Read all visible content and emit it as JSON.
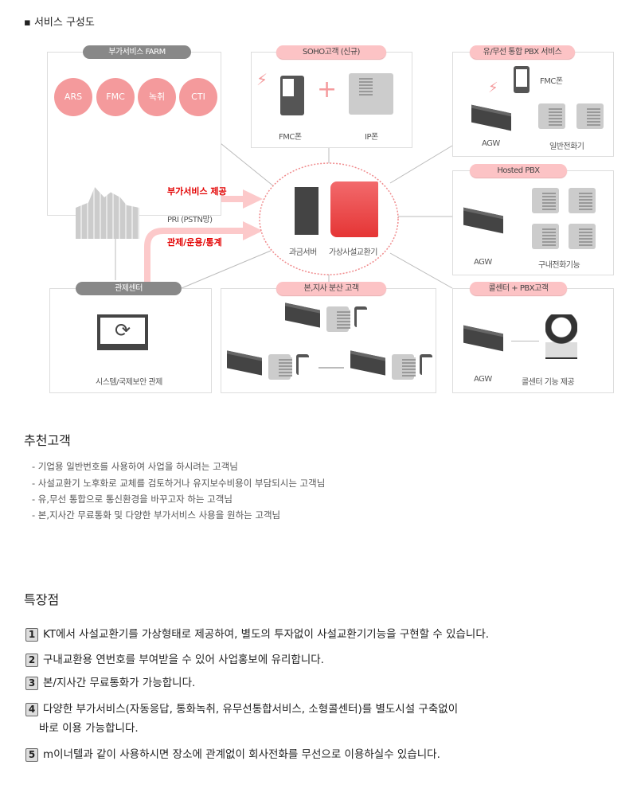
{
  "diagram": {
    "title": "서비스 구성도",
    "farm": {
      "label": "부가서비스 FARM",
      "items": [
        "ARS",
        "FMC",
        "녹취",
        "CTI"
      ]
    },
    "soho": {
      "label": "SOHO고객 (신규)",
      "fmc": "FMC폰",
      "ip": "IP폰"
    },
    "wired": {
      "label": "유/무선 통합 PBX 서비스",
      "fmc": "FMC폰",
      "agw": "AGW",
      "phone": "일반전화기"
    },
    "hosted": {
      "label": "Hosted PBX",
      "agw": "AGW",
      "phone": "구내전화기능"
    },
    "control": {
      "label": "관제센터",
      "caption": "시스템/국제보안 관제"
    },
    "branch": {
      "label": "본,지사 분산 고객"
    },
    "callcenter": {
      "label": "콜센터 + PBX고객",
      "agw": "AGW",
      "caption": "콜센터 기능 제공"
    },
    "arrows": {
      "top": "부가서비스 제공",
      "middle": "PRI (PSTN망)",
      "bottom": "관제/운용/통계"
    },
    "center": {
      "billing": "과금서버",
      "pbx": "가상사설교환기"
    }
  },
  "recommend": {
    "title": "추천고객",
    "items": [
      "- 기업용 일반번호를 사용하여 사업을 하시려는 고객님",
      "- 사설교환기 노후화로 교체를 검토하거나 유지보수비용이 부담되시는 고객님",
      "- 유,무선 통합으로 통신환경을 바꾸고자 하는 고객님",
      "- 본,지사간 무료통화 및 다양한 부가서비스 사용을 원하는 고객님"
    ]
  },
  "features": {
    "title": "특장점",
    "items": [
      {
        "n": "1",
        "text": "KT에서 사설교환기를 가상형태로 제공하여, 별도의 투자없이 사설교환기기능을 구현할 수 있습니다."
      },
      {
        "n": "2",
        "text": "구내교환용 연번호를 부여받을 수 있어 사업홍보에 유리합니다."
      },
      {
        "n": "3",
        "text": "본/지사간 무료통화가 가능합니다."
      },
      {
        "n": "4",
        "text": "다양한 부가서비스(자동응답, 통화녹취, 유무선통합서비스, 소형콜센터)를 별도시설 구축없이",
        "text2": "바로 이용 가능합니다."
      },
      {
        "n": "5",
        "text": "m이너텔과 같이 사용하시면 장소에 관계없이 회사전화를 무선으로 이용하실수 있습니다."
      }
    ]
  }
}
